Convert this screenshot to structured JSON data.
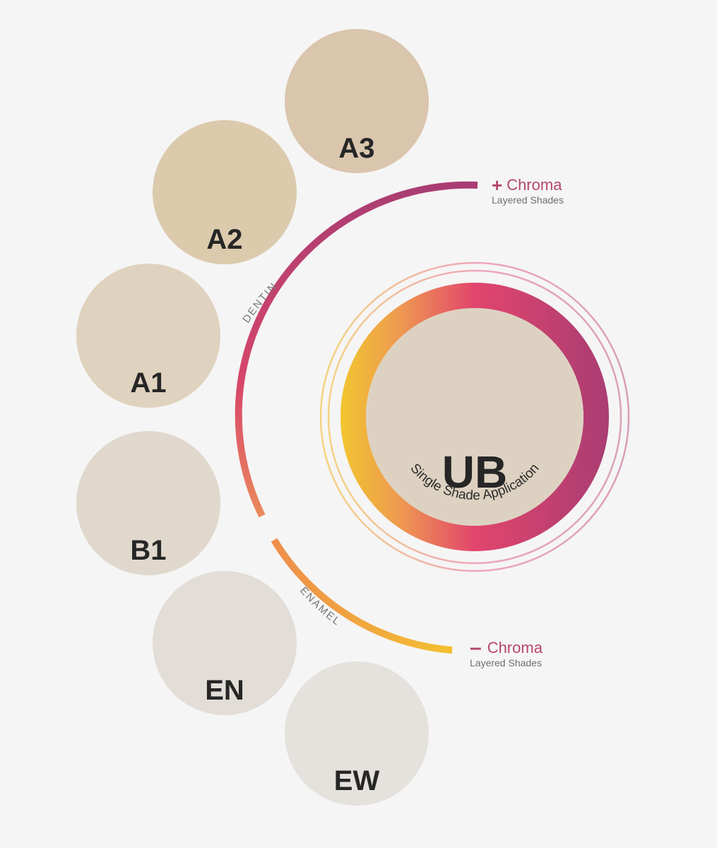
{
  "shades": [
    {
      "code": "A3",
      "color": "#dac5ad"
    },
    {
      "code": "A2",
      "color": "#dccaad"
    },
    {
      "code": "A1",
      "color": "#dfd2be"
    },
    {
      "code": "B1",
      "color": "#e0d8cc"
    },
    {
      "code": "EN",
      "color": "#e3ddd8"
    },
    {
      "code": "EW",
      "color": "#e5e1dd"
    }
  ],
  "arc_labels": {
    "dentin": "DENTIN",
    "enamel": "ENAMEL"
  },
  "ub": {
    "code": "UB",
    "caption": "Single Shade Application",
    "fill": "#ddd2c1"
  },
  "legend_plus": {
    "symbol": "+",
    "label": "Chroma",
    "sub": "Layered Shades"
  },
  "legend_minus": {
    "symbol": "–",
    "label": "Chroma",
    "sub": "Layered Shades"
  },
  "colors": {
    "background": "#f5f5f5",
    "text_dark": "#262626",
    "accent_magenta": "#b5476e",
    "gradient_yellow": "#f2c02f",
    "gradient_orange": "#ee9a50",
    "gradient_pink": "#e2456d",
    "gradient_purple": "#a93d73"
  }
}
